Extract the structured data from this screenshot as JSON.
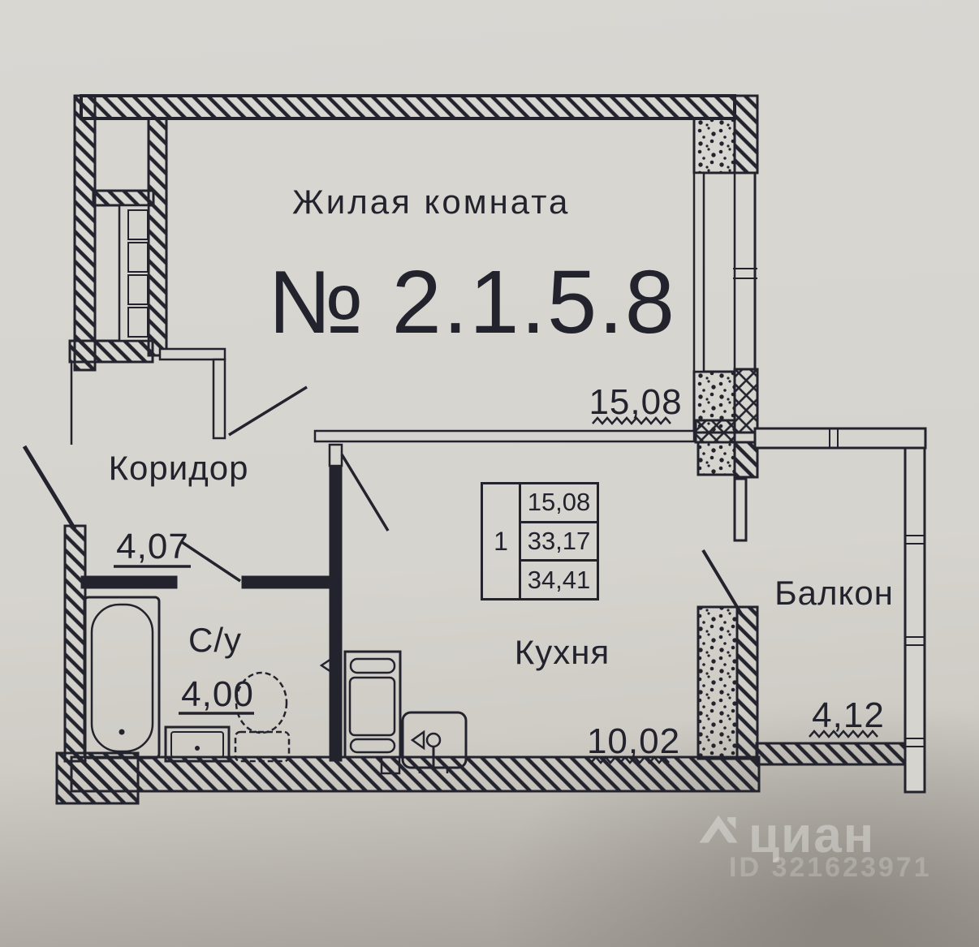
{
  "plan": {
    "header": {
      "apartment_number": "№ 2.1.5.8"
    },
    "rooms": {
      "living": {
        "label": "Жилая комната",
        "area": "15,08"
      },
      "corridor": {
        "label": "Коридор",
        "area": "4,07"
      },
      "bathroom": {
        "label": "С/у",
        "area": "4,00"
      },
      "kitchen": {
        "label": "Кухня",
        "area": "10,02"
      },
      "balcony": {
        "label": "Балкон",
        "area": "4,12"
      }
    },
    "stamp": {
      "rooms_count": "1",
      "living_area": "15,08",
      "area_without_balcony": "33,17",
      "total_area": "34,41"
    },
    "watermark": {
      "brand": "циан",
      "listing_id": "ID 321623971"
    }
  },
  "colors": {
    "ink": "#23232e",
    "paper": "#d6d4ce",
    "paper_shadow": "#a29e97"
  }
}
